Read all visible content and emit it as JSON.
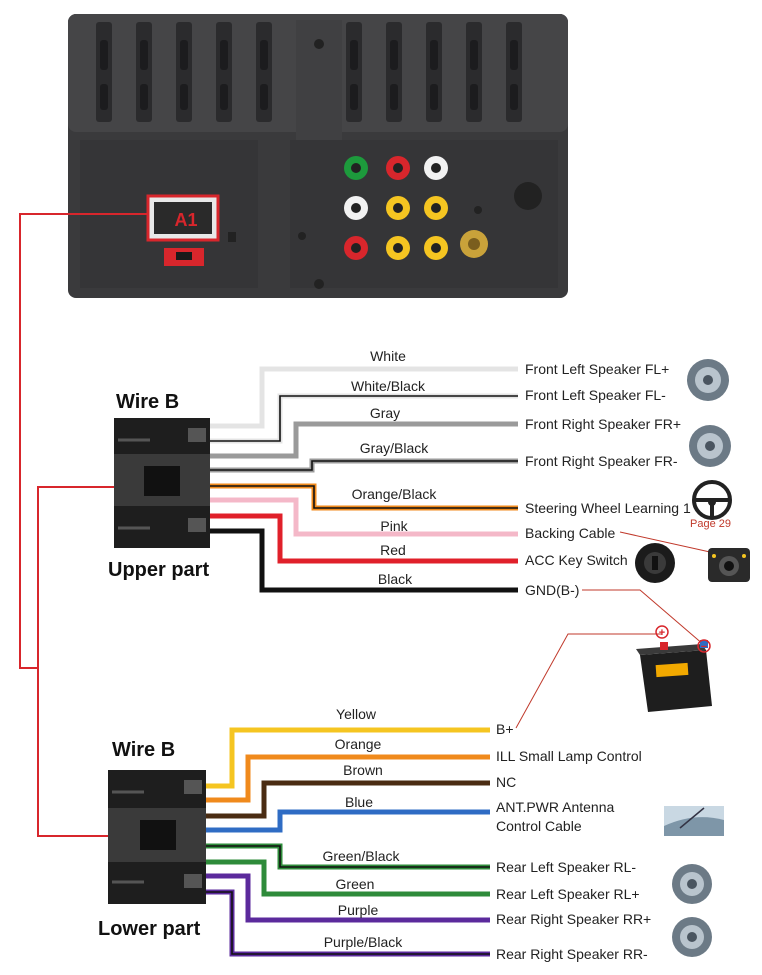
{
  "unit": {
    "connector_label": "A1"
  },
  "upper": {
    "title": "Wire B",
    "subtitle": "Upper part",
    "wires": [
      {
        "color_name": "White",
        "function": "Front Left Speaker FL+",
        "color": "#e4e4e4",
        "stripe": ""
      },
      {
        "color_name": "White/Black",
        "function": "Front Left Speaker FL-",
        "color": "#e4e4e4",
        "stripe": "#111111"
      },
      {
        "color_name": "Gray",
        "function": "Front Right Speaker FR+",
        "color": "#9a9a9a",
        "stripe": ""
      },
      {
        "color_name": "Gray/Black",
        "function": "Front Right Speaker FR-",
        "color": "#9a9a9a",
        "stripe": "#111111"
      },
      {
        "color_name": "Orange/Black",
        "function": "Steering Wheel Learning 1",
        "color": "#f08a1c",
        "stripe": "#111111"
      },
      {
        "color_name": "Pink",
        "function": "Backing Cable",
        "color": "#f4b8c8",
        "stripe": ""
      },
      {
        "color_name": "Red",
        "function": "ACC Key Switch",
        "color": "#e0202a",
        "stripe": ""
      },
      {
        "color_name": "Black",
        "function": "GND(B-)",
        "color": "#111111",
        "stripe": ""
      }
    ],
    "page_ref": "Page 29"
  },
  "lower": {
    "title": "Wire B",
    "subtitle": "Lower part",
    "wires": [
      {
        "color_name": "Yellow",
        "function": "B+",
        "color": "#f5c521",
        "stripe": ""
      },
      {
        "color_name": "Orange",
        "function": "ILL Small Lamp Control",
        "color": "#f08a1c",
        "stripe": ""
      },
      {
        "color_name": "Brown",
        "function": "NC",
        "color": "#4a2c12",
        "stripe": ""
      },
      {
        "color_name": "Blue",
        "function": "ANT.PWR Antenna",
        "function2": "Control Cable",
        "color": "#2f6cc4",
        "stripe": ""
      },
      {
        "color_name": "Green/Black",
        "function": "Rear Left Speaker RL-",
        "color": "#2e8b3a",
        "stripe": "#111111"
      },
      {
        "color_name": "Green",
        "function": "Rear Left Speaker RL+",
        "color": "#2e8b3a",
        "stripe": ""
      },
      {
        "color_name": "Purple",
        "function": "Rear Right Speaker RR+",
        "color": "#5b2a9c",
        "stripe": ""
      },
      {
        "color_name": "Purple/Black",
        "function": "Rear Right Speaker RR-",
        "color": "#5b2a9c",
        "stripe": "#111111"
      }
    ]
  },
  "battery": {
    "plus": "+",
    "minus": "−"
  },
  "colors": {
    "harness_red": "#d8262c"
  }
}
